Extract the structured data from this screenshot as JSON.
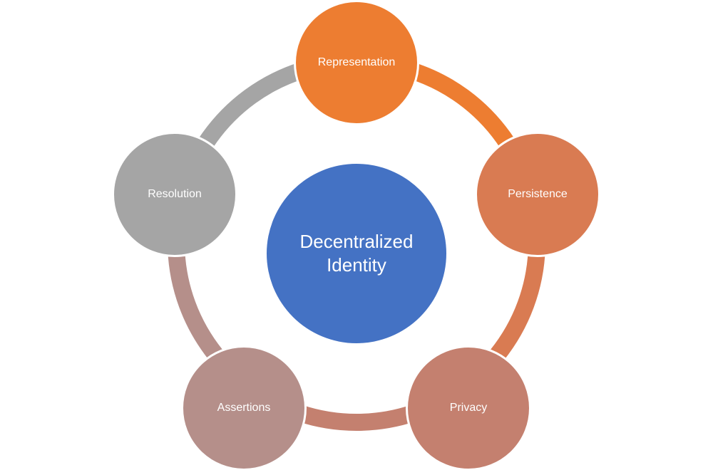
{
  "center": {
    "label": "Decentralized Identity",
    "color": "#4472c4"
  },
  "nodes": [
    {
      "label": "Representation",
      "color": "#ed7d31"
    },
    {
      "label": "Persistence",
      "color": "#d97b52"
    },
    {
      "label": "Privacy",
      "color": "#c4806f"
    },
    {
      "label": "Assertions",
      "color": "#b58f8a"
    },
    {
      "label": "Resolution",
      "color": "#a5a5a5"
    }
  ]
}
